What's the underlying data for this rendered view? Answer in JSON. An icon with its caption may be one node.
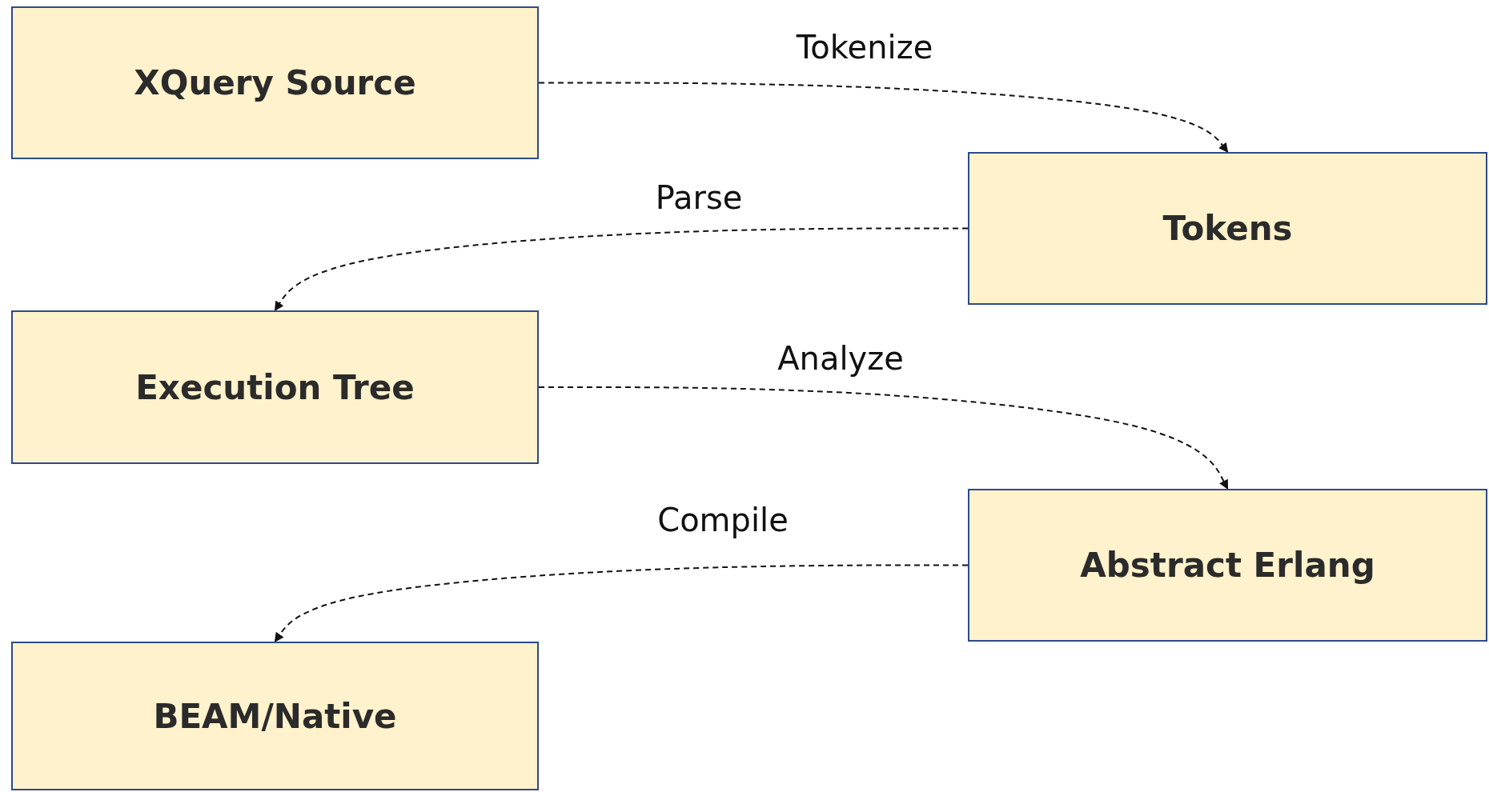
{
  "diagram": {
    "nodes": [
      {
        "text": [
          "XQuery Source"
        ]
      },
      {
        "text": [
          "Tokens"
        ]
      },
      {
        "text": [
          "Execution Tree"
        ]
      },
      {
        "text": [
          "Abstract Erlang"
        ]
      },
      {
        "text": [
          "BEAM/Native"
        ]
      }
    ],
    "edges": [
      {
        "from": 0,
        "to": 1,
        "arrow": "to",
        "label": "Tokenize",
        "style": "dashed"
      },
      {
        "from": 1,
        "to": 2,
        "arrow": "to",
        "label": "Parse",
        "style": "dashed"
      },
      {
        "from": 2,
        "to": 3,
        "arrow": "to",
        "label": "Analyze",
        "style": "dashed"
      },
      {
        "from": 3,
        "to": 4,
        "arrow": "to",
        "label": "Compile",
        "style": "dashed"
      }
    ]
  }
}
